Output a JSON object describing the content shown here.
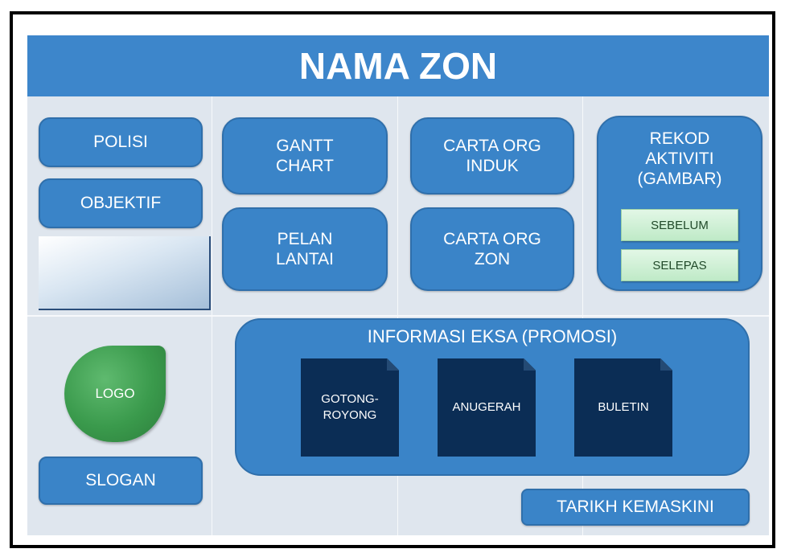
{
  "title": "NAMA ZON",
  "left_column": {
    "polisi": "POLISI",
    "objektif": "OBJEKTIF",
    "logo": "LOGO",
    "slogan": "SLOGAN"
  },
  "middle_boxes": {
    "gantt": "GANTT\nCHART",
    "pelan": "PELAN\nLANTAI",
    "carta_induk": "CARTA ORG\nINDUK",
    "carta_zon": "CARTA ORG\nZON"
  },
  "rekod": {
    "label": "REKOD\nAKTIVITI\n(GAMBAR)",
    "sebelum": "SEBELUM",
    "selepas": "SELEPAS"
  },
  "promo": {
    "title": "INFORMASI EKSA (PROMOSI)",
    "items": [
      "GOTONG-\nROYONG",
      "ANUGERAH",
      "BULETIN"
    ]
  },
  "footer": {
    "tarikh": "TARIKH KEMASKINI"
  },
  "colors": {
    "primary_blue": "#3a84c8",
    "title_blue": "#3d86cb",
    "dark_navy": "#0b2d55",
    "logo_green": "#3a9a4c",
    "mint_button": "#c9eed0"
  }
}
